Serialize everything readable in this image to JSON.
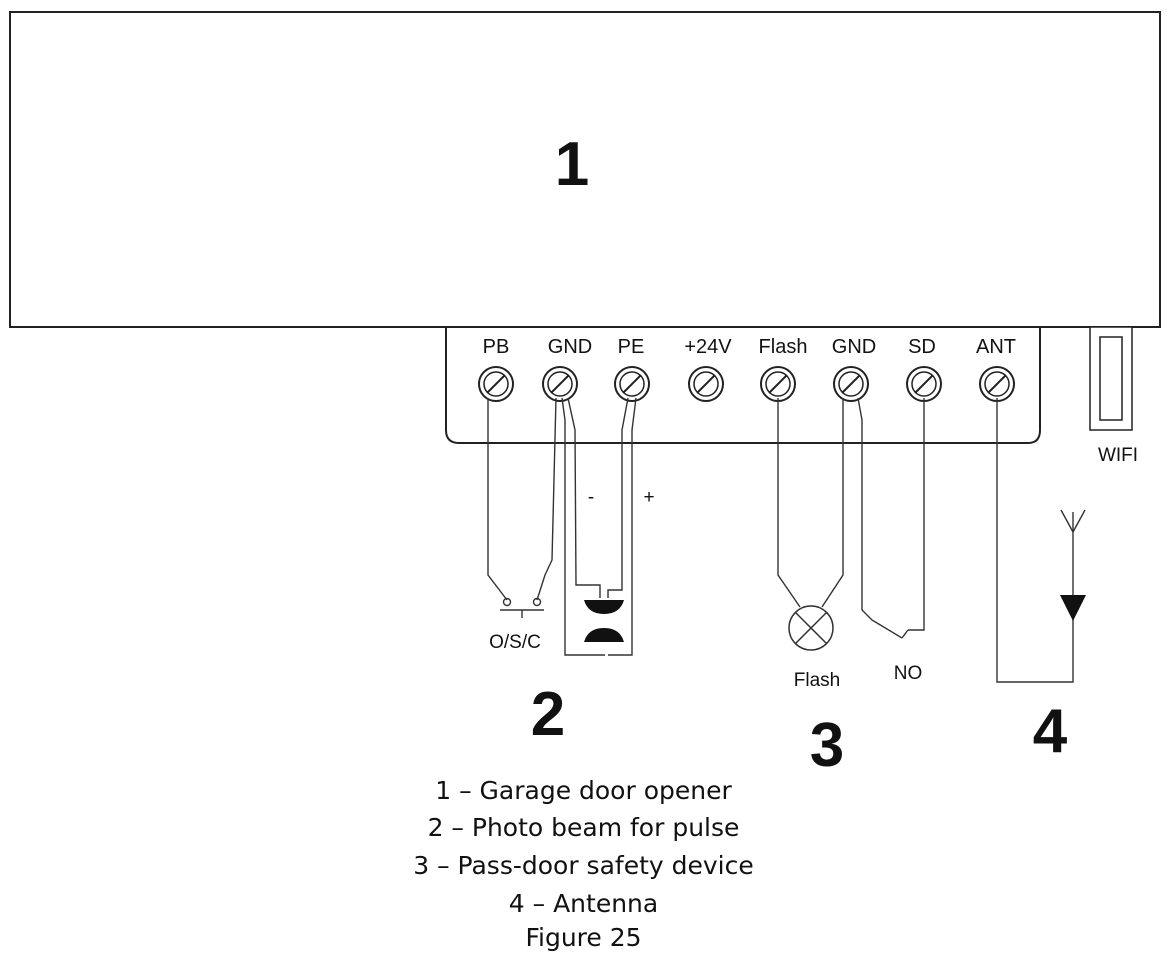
{
  "diagram": {
    "unit_markers": [
      "1",
      "2",
      "3",
      "4"
    ],
    "terminals": [
      "PB",
      "GND",
      "PE",
      "+24V",
      "Flash",
      "GND",
      "SD",
      "ANT"
    ],
    "wifi_label": "WIFI",
    "labels": {
      "osc": "O/S/C",
      "minus": "-",
      "plus": "+",
      "flash_lamp": "Flash",
      "no_contact": "NO"
    }
  },
  "legend": [
    "1 – Garage door opener",
    "2 – Photo beam for pulse",
    "3 – Pass-door safety device",
    "4 – Antenna"
  ],
  "figure_caption": "Figure 25"
}
